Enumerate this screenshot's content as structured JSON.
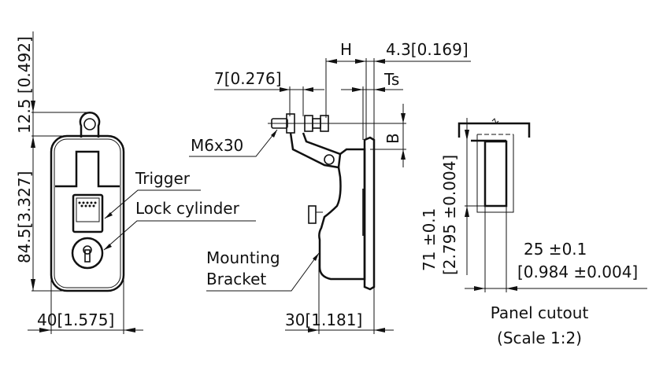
{
  "front_view": {
    "dim_top": "12.5 [0.492]",
    "dim_height": "84.5[3.327]",
    "dim_width": "40[1.575]",
    "label_trigger": "Trigger",
    "label_lock": "Lock cylinder"
  },
  "side_view": {
    "dim_bolt_spacing": "7[0.276]",
    "dim_h": "H",
    "dim_plate": "4.3[0.169]",
    "dim_ts": "Ts",
    "dim_b": "B",
    "label_bolt": "M6x30",
    "label_bracket_1": "Mounting",
    "label_bracket_2": "Bracket",
    "dim_depth": "30[1.181]"
  },
  "panel_cutout": {
    "dim_height_1": "71 ±0.1",
    "dim_height_2": "[2.795 ±0.004]",
    "dim_width_1": "25 ±0.1",
    "dim_width_2": "[0.984 ±0.004]",
    "title": "Panel cutout",
    "scale": "(Scale 1:2)"
  }
}
